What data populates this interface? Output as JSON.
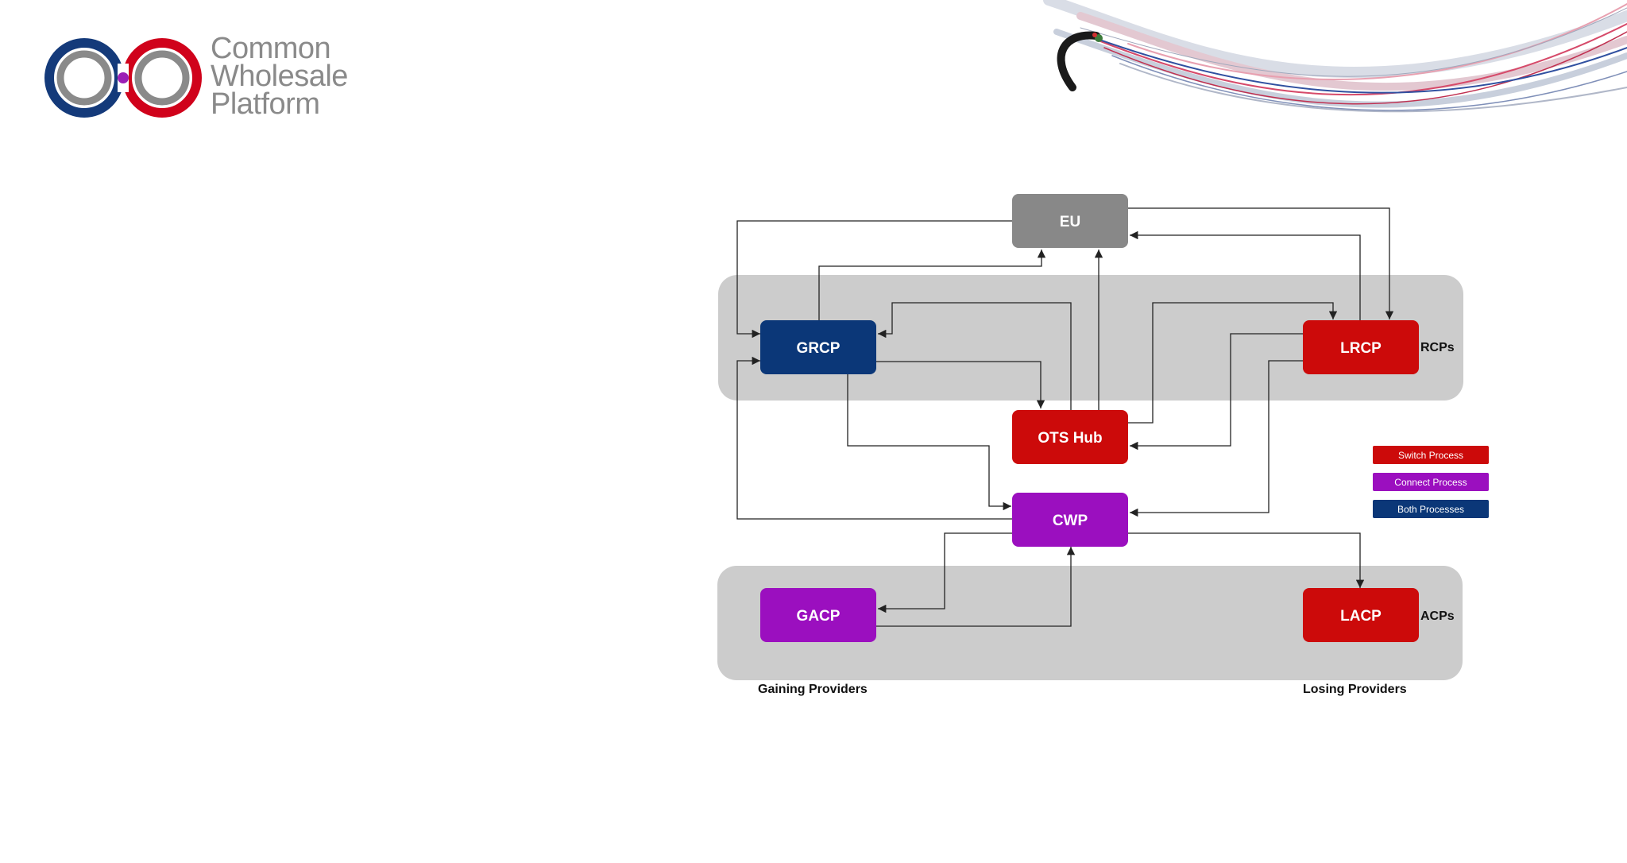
{
  "logo": {
    "lines": [
      "Common",
      "Wholesale",
      "Platform"
    ],
    "colors": {
      "navy": "#143a7a",
      "red": "#d0021b",
      "grey": "#8a8a8a",
      "purple": "#9b1fb5"
    }
  },
  "diagram": {
    "nodes": {
      "eu": {
        "label": "EU",
        "color": "#888888"
      },
      "grcp": {
        "label": "GRCP",
        "color": "#0b3778"
      },
      "lrcp": {
        "label": "LRCP",
        "color": "#cc0a0a"
      },
      "otshub": {
        "label": "OTS Hub",
        "color": "#cc0a0a"
      },
      "cwp": {
        "label": "CWP",
        "color": "#9b0fbf"
      },
      "gacp": {
        "label": "GACP",
        "color": "#9b0fbf"
      },
      "lacp": {
        "label": "LACP",
        "color": "#cc0a0a"
      }
    },
    "groups": {
      "rcps": {
        "label": "RCPs"
      },
      "acps": {
        "label": "ACPs"
      }
    },
    "captions": {
      "gaining": "Gaining Providers",
      "losing": "Losing Providers"
    },
    "legend": [
      {
        "label": "Switch Process",
        "color": "#cc0a0a"
      },
      {
        "label": "Connect Process",
        "color": "#9b0fbf"
      },
      {
        "label": "Both Processes",
        "color": "#0b3778"
      }
    ]
  }
}
